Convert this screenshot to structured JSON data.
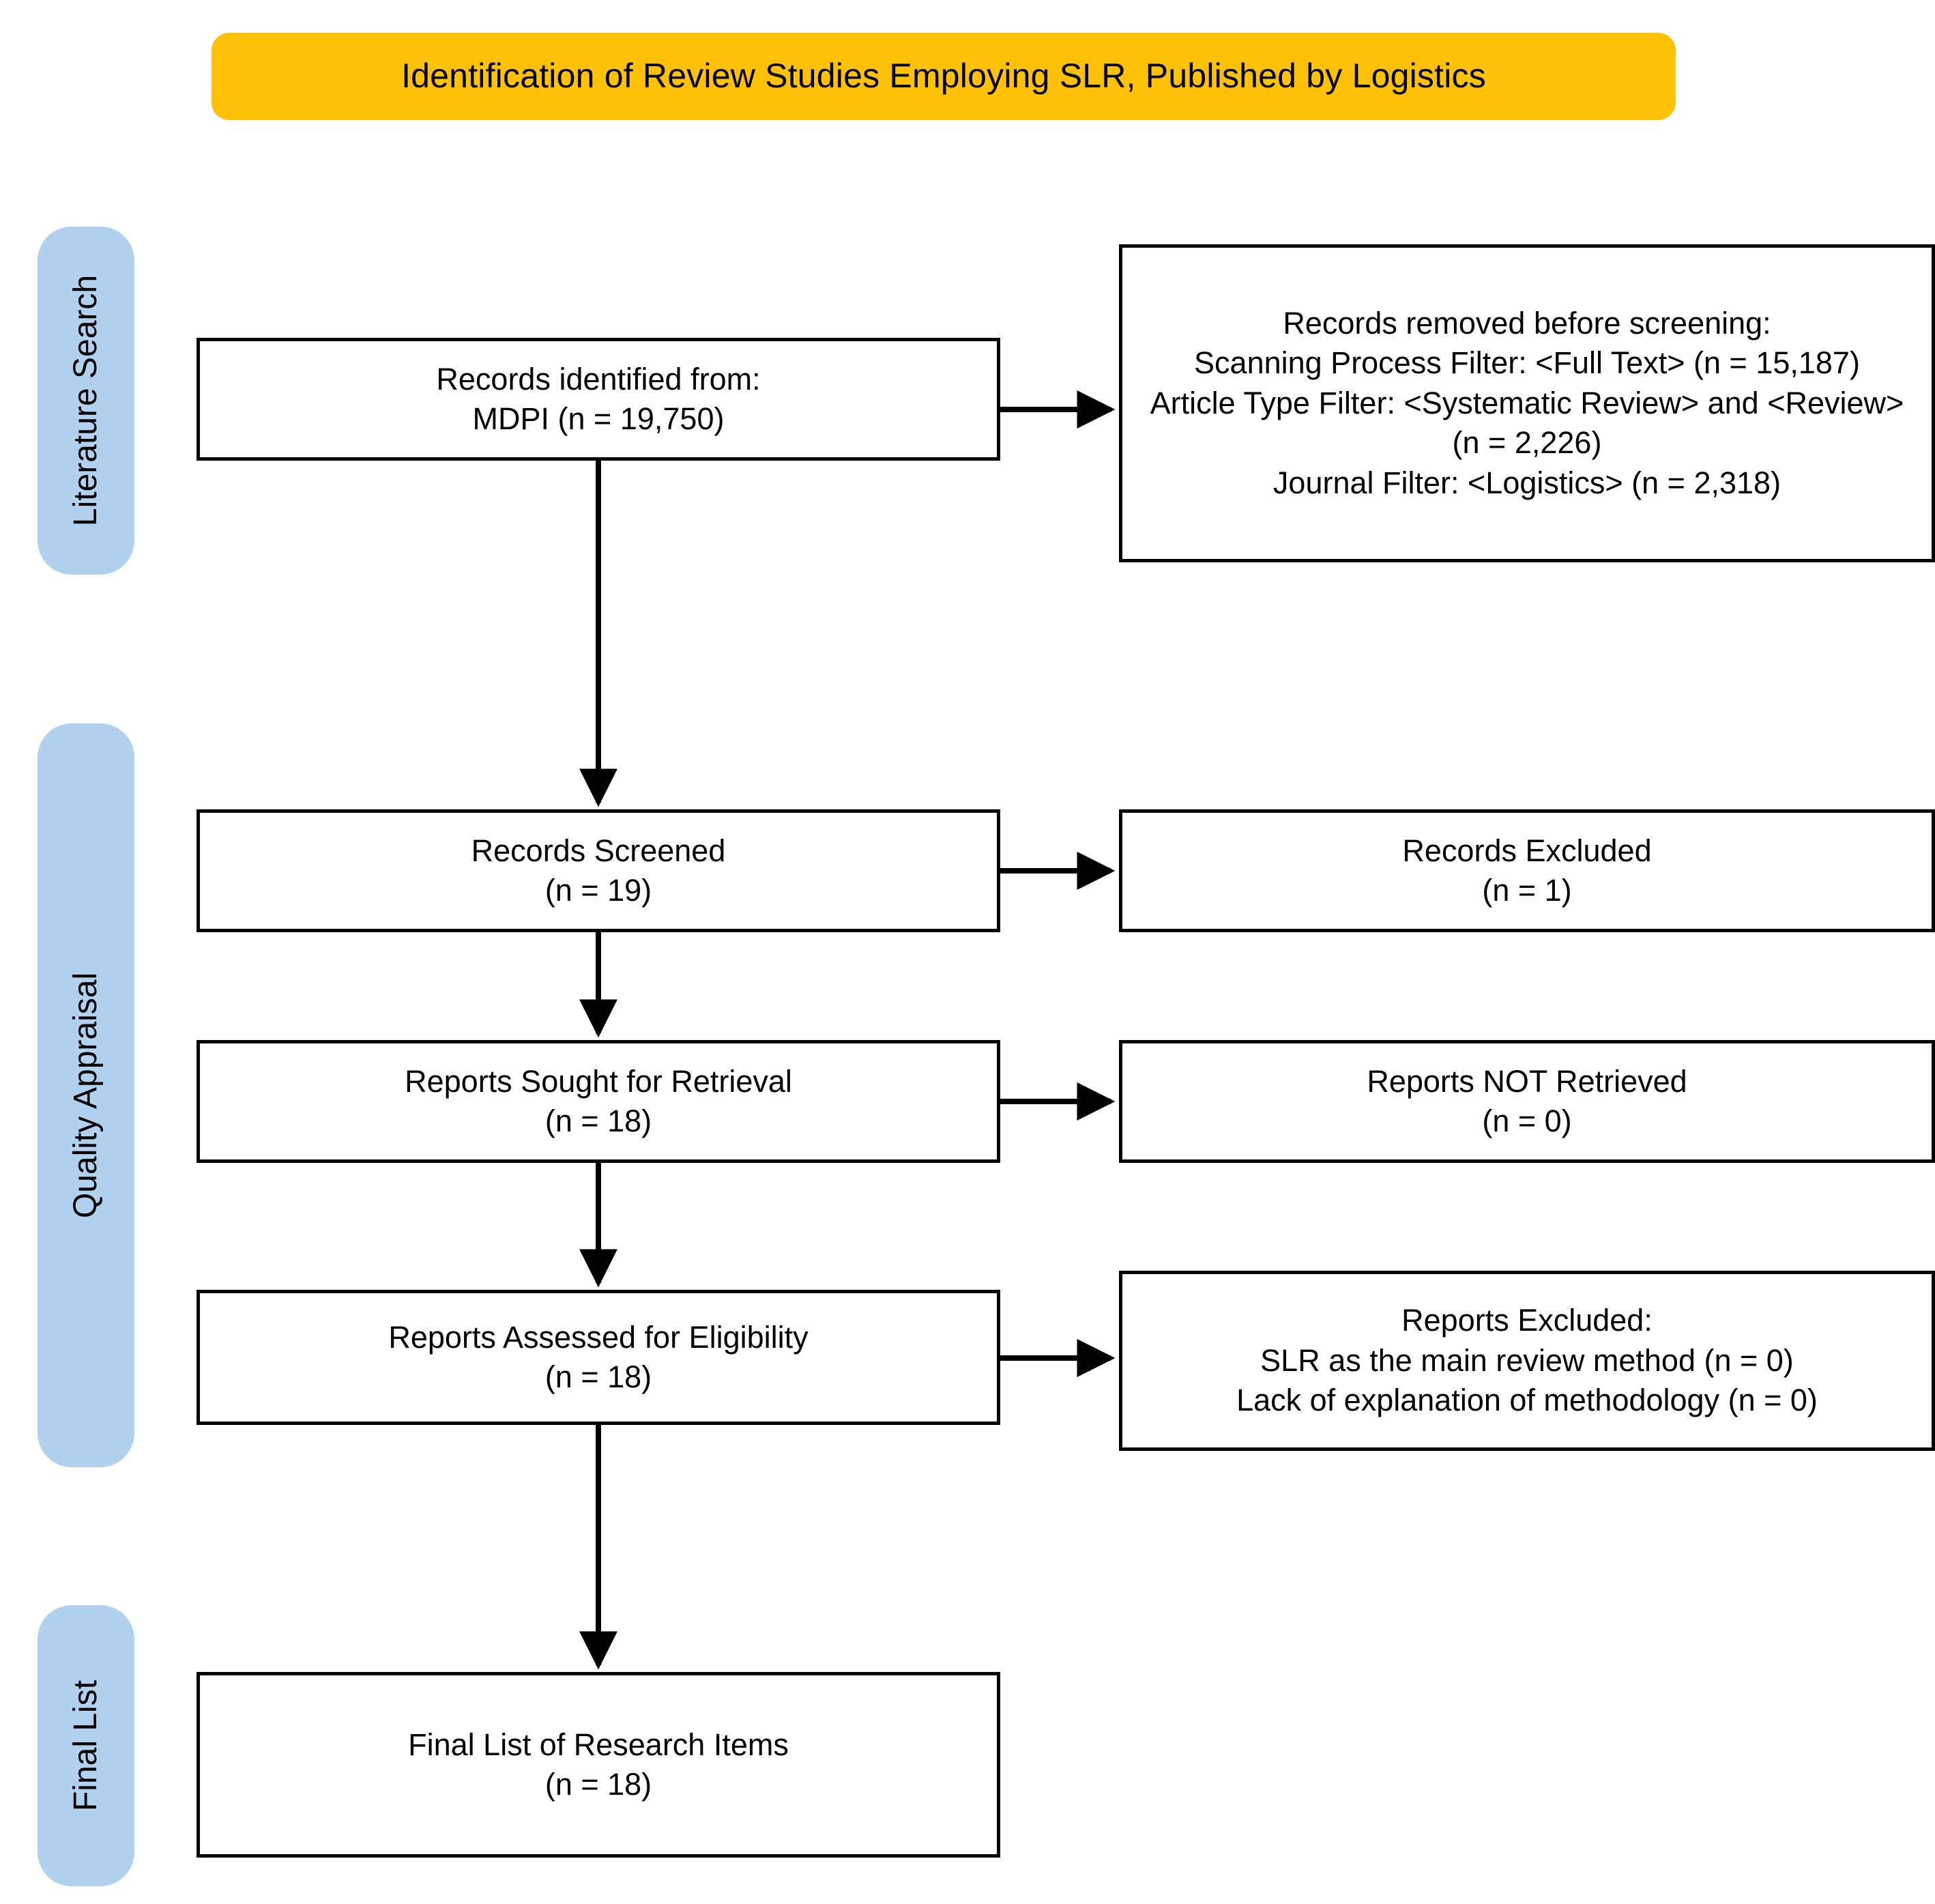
{
  "header": {
    "title": "Identification of Review Studies Employing SLR, Published by Logistics",
    "background_color": "#FFC107"
  },
  "colors": {
    "banner_amber": "#FFC107",
    "stage_pill_blue": "#b2d1ef",
    "box_border": "#000000",
    "box_fill": "#ffffff",
    "page_background": "#ffffff",
    "text": "#000000"
  },
  "stages": [
    {
      "id": "literature-search",
      "label": "Literature Search"
    },
    {
      "id": "quality-appraisal",
      "label": "Quality Appraisal"
    },
    {
      "id": "final-list",
      "label": "Final List"
    }
  ],
  "boxes": {
    "records_identified": "Records identified from:\nMDPI (n = 19,750)",
    "records_removed": "Records removed before screening:\nScanning Process Filter: <Full Text> (n = 15,187)\nArticle Type Filter: <Systematic Review> and <Review> (n = 2,226)\nJournal Filter: <Logistics> (n = 2,318)",
    "records_screened": "Records Screened\n(n = 19)",
    "records_excluded": "Records Excluded\n(n = 1)",
    "reports_sought": "Reports Sought for Retrieval\n(n = 18)",
    "reports_not_retrieved": "Reports NOT Retrieved\n(n = 0)",
    "reports_assessed": "Reports Assessed for Eligibility\n(n = 18)",
    "reports_excluded": "Reports Excluded:\nSLR as the main review method (n = 0)\nLack of explanation of methodology (n = 0)",
    "final_list": "Final List of Research Items\n(n = 18)"
  },
  "chart_data": {
    "type": "flowchart",
    "title": "Identification of Review Studies Employing SLR, Published by Logistics",
    "diagram_standard": "PRISMA",
    "stages": [
      "Literature Search",
      "Quality Appraisal",
      "Final List"
    ],
    "nodes": [
      {
        "id": "records_identified",
        "stage": "Literature Search",
        "column": "left",
        "label": "Records identified from: MDPI",
        "n": 19750
      },
      {
        "id": "records_removed",
        "stage": "Literature Search",
        "column": "right",
        "label": "Records removed before screening",
        "items": [
          {
            "label": "Scanning Process Filter: <Full Text>",
            "n": 15187
          },
          {
            "label": "Article Type Filter: <Systematic Review> and <Review>",
            "n": 2226
          },
          {
            "label": "Journal Filter: <Logistics>",
            "n": 2318
          }
        ]
      },
      {
        "id": "records_screened",
        "stage": "Quality Appraisal",
        "column": "left",
        "label": "Records Screened",
        "n": 19
      },
      {
        "id": "records_excluded",
        "stage": "Quality Appraisal",
        "column": "right",
        "label": "Records Excluded",
        "n": 1
      },
      {
        "id": "reports_sought",
        "stage": "Quality Appraisal",
        "column": "left",
        "label": "Reports Sought for Retrieval",
        "n": 18
      },
      {
        "id": "reports_not_retrieved",
        "stage": "Quality Appraisal",
        "column": "right",
        "label": "Reports NOT Retrieved",
        "n": 0
      },
      {
        "id": "reports_assessed",
        "stage": "Quality Appraisal",
        "column": "left",
        "label": "Reports Assessed for Eligibility",
        "n": 18
      },
      {
        "id": "reports_excluded",
        "stage": "Quality Appraisal",
        "column": "right",
        "label": "Reports Excluded",
        "items": [
          {
            "label": "SLR as the main review method",
            "n": 0
          },
          {
            "label": "Lack of explanation of methodology",
            "n": 0
          }
        ]
      },
      {
        "id": "final_list",
        "stage": "Final List",
        "column": "left",
        "label": "Final List of Research Items",
        "n": 18
      }
    ],
    "edges": [
      {
        "from": "records_identified",
        "to": "records_removed",
        "direction": "right"
      },
      {
        "from": "records_identified",
        "to": "records_screened",
        "direction": "down"
      },
      {
        "from": "records_screened",
        "to": "records_excluded",
        "direction": "right"
      },
      {
        "from": "records_screened",
        "to": "reports_sought",
        "direction": "down"
      },
      {
        "from": "reports_sought",
        "to": "reports_not_retrieved",
        "direction": "right"
      },
      {
        "from": "reports_sought",
        "to": "reports_assessed",
        "direction": "down"
      },
      {
        "from": "reports_assessed",
        "to": "reports_excluded",
        "direction": "right"
      },
      {
        "from": "reports_assessed",
        "to": "final_list",
        "direction": "down"
      }
    ]
  }
}
